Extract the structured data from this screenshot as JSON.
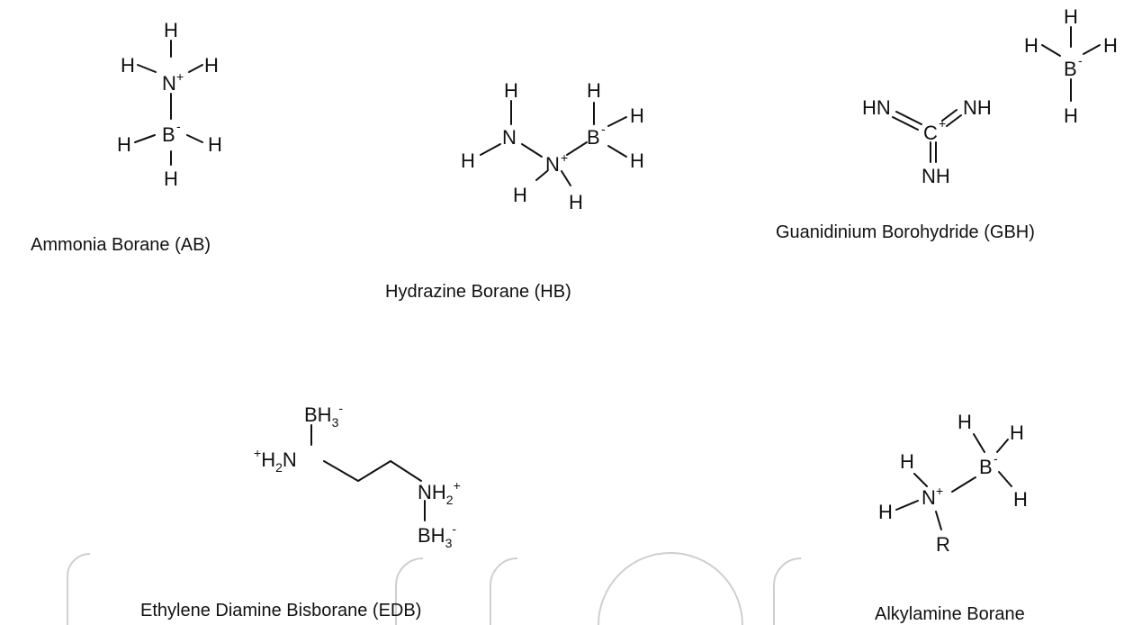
{
  "atoms": {
    "H": "H",
    "N": "N",
    "B": "B",
    "C": "C",
    "R": "R",
    "NH": "NH",
    "HN": "HN",
    "BH": "BH",
    "H2": "H",
    "sub2": "2",
    "sub3": "3"
  },
  "charges": {
    "plus": "+",
    "minus": "-"
  },
  "captions": {
    "ab": "Ammonia Borane (AB)",
    "hb": "Hydrazine Borane (HB)",
    "gbh": "Guanidinium Borohydride (GBH)",
    "edb": "Ethylene Diamine Bisborane (EDB)",
    "alkyl": "Alkylamine Borane"
  },
  "colors": {
    "ink": "#111111",
    "watermark": "#cfcfcf"
  }
}
